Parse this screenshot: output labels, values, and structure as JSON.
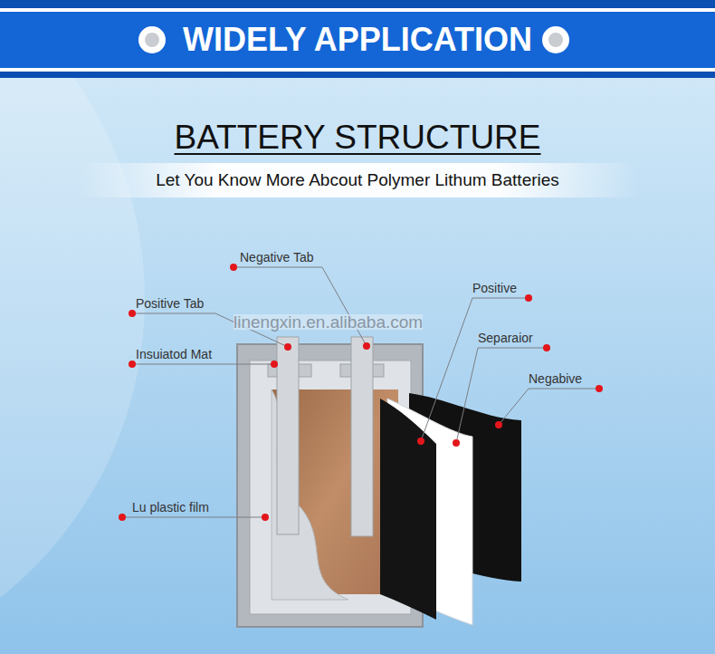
{
  "diagram": {
    "title": "BATTERY STRUCTURE",
    "nodes": [
      {
        "text": [
          "WIDELY APPLICATION"
        ]
      },
      {
        "text": [
          "Let You Know More Abcout Polymer Lithum Batteries"
        ]
      }
    ],
    "labels": [
      "Negative Tab",
      "Positive Tab",
      "Insuiatod Mat",
      "Lu plastic film",
      "Positive",
      "Separaior",
      "Negabive",
      "linengxin.en.alibaba.com"
    ]
  }
}
